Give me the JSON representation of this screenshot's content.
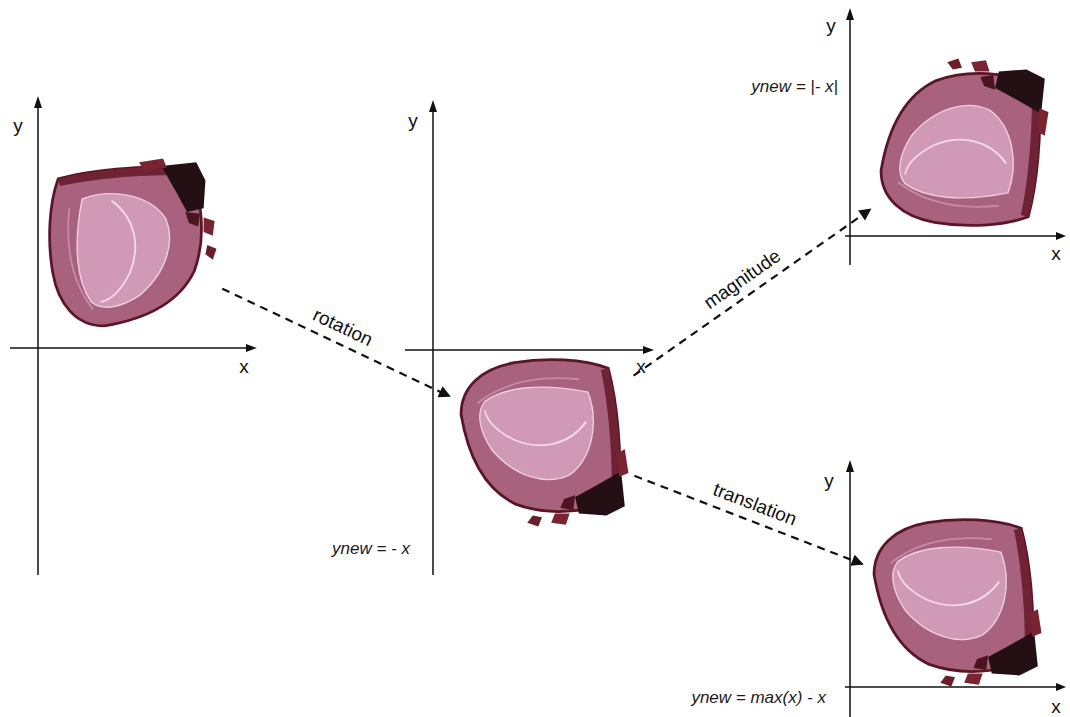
{
  "diagram": {
    "nodes": [
      {
        "text": [
          "y",
          "x"
        ]
      },
      {
        "text": [
          "y",
          "x",
          "ynew = - x"
        ]
      },
      {
        "text": [
          "y",
          "ynew = |- x|",
          "x"
        ]
      },
      {
        "text": [
          "y",
          "ynew = max(x) - x",
          "x"
        ]
      }
    ],
    "edges": [
      {
        "from": 0,
        "to": 1,
        "arrow": "to",
        "label": "rotation"
      },
      {
        "from": 1,
        "to": 2,
        "arrow": "to",
        "label": "magnitude"
      },
      {
        "from": 1,
        "to": 3,
        "arrow": "to",
        "label": "translation"
      }
    ]
  }
}
